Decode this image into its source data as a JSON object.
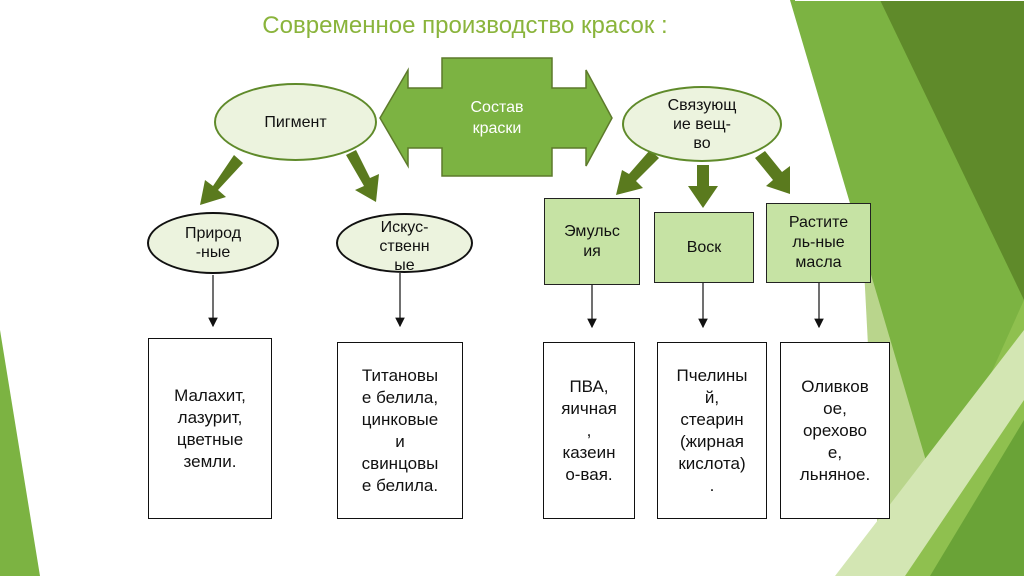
{
  "title": "Современное производство красок :",
  "colors": {
    "title": "#8ab43c",
    "accent_green": "#7cb342",
    "ellipse_fill": "#ecf3de",
    "box_fill": "#c6e3a4"
  },
  "center": {
    "label": "Состав\nкраски"
  },
  "main": {
    "pigment": "Пигмент",
    "binder": "Связующ\nие вещ-\nво"
  },
  "pigment_types": {
    "natural": "Природ\n-ные",
    "artificial": "Искус-\nственн\nые"
  },
  "binder_types": {
    "emulsion": "Эмульс\nия",
    "wax": "Воск",
    "oils": "Растите\nль-ные\nмасла"
  },
  "examples": {
    "natural": "Малахит,\nлазурит,\nцветные\nземли.",
    "artificial": "Титановы\nе белила,\nцинковые\nи\nсвинцовы\nе белила.",
    "emulsion": "ПВА,\nяичная\n,\nказеин\nо-вая.",
    "wax": "Пчелины\nй,\nстеарин\n(жирная\nкислота)\n.",
    "oils": "Оливков\nое,\nорехово\nе,\nльняное."
  }
}
